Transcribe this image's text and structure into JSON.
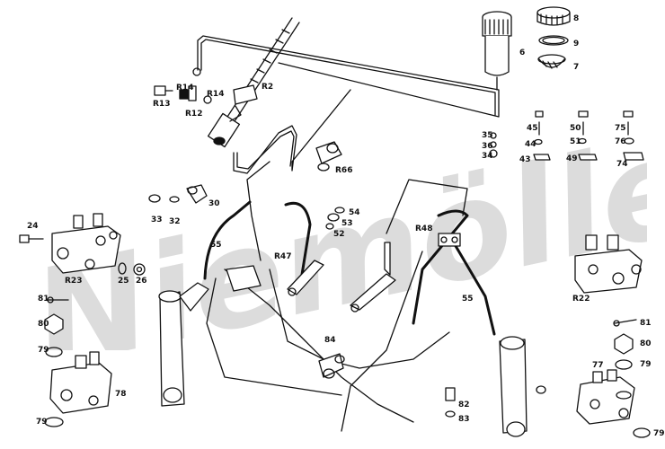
{
  "watermark": {
    "text": "Niemöller",
    "color": "#d9d9d9"
  },
  "colors": {
    "ink": "#111111",
    "paper": "#ffffff"
  },
  "labels": {
    "r2": "R2",
    "r13": "R13",
    "r14a": "R14",
    "r14b": "R14",
    "r12": "R12",
    "p6": "6",
    "p7": "7",
    "p8": "8",
    "p9": "9",
    "p35": "35",
    "p36": "36",
    "p34": "34",
    "p45": "45",
    "p44": "44",
    "p43": "43",
    "p50": "50",
    "p51": "51",
    "p49": "49",
    "p75": "75",
    "p76": "76",
    "p74": "74",
    "r66": "R66",
    "p24": "24",
    "p33": "33",
    "p32": "32",
    "p30": "30",
    "p54": "54",
    "p53": "53",
    "p52": "52",
    "r48": "R48",
    "r47": "R47",
    "p55a": "55",
    "p55b": "55",
    "r23": "R23",
    "p25": "25",
    "p26": "26",
    "r22": "R22",
    "p81a": "81",
    "p80a": "80",
    "p79a": "79",
    "p78": "78",
    "p79b": "79",
    "p81b": "81",
    "p80b": "80",
    "p77": "77",
    "p79c": "79",
    "p79d": "79",
    "p84": "84",
    "p82": "82",
    "p83": "83"
  }
}
